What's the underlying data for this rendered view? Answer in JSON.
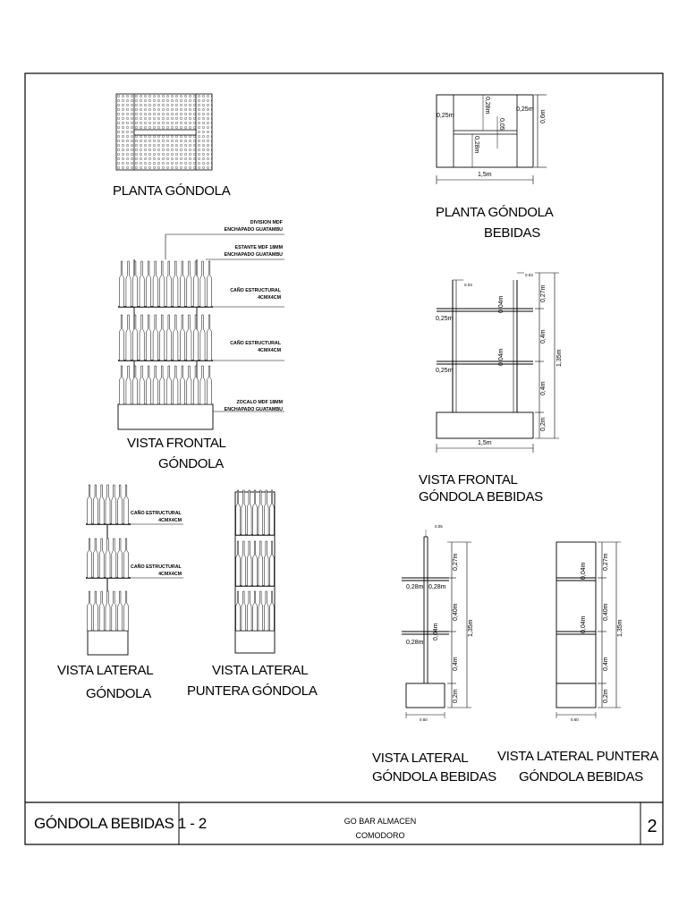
{
  "views": {
    "planta_gondola": {
      "title": "PLANTA GÓNDOLA"
    },
    "frontal_gondola": {
      "title_1": "VISTA FRONTAL",
      "title_2": "GÓNDOLA",
      "notes": [
        {
          "l1": "DIVISION MDF",
          "l2": "ENCHAPADO GUATAMBU"
        },
        {
          "l1": "ESTANTE MDF 18MM",
          "l2": "ENCHAPADO GUATAMBU"
        },
        {
          "l1": "CAÑO ESTRUCTURAL",
          "l2": "4CMX4CM"
        },
        {
          "l1": "CAÑO ESTRUCTURAL",
          "l2": "4CMX4CM"
        },
        {
          "l1": "ZOCALO MDF 18MM",
          "l2": "ENCHAPADO GUATAMBU"
        }
      ]
    },
    "lateral_gondola": {
      "title_1": "VISTA LATERAL",
      "title_2": "GÓNDOLA",
      "notes": [
        {
          "l1": "CAÑO ESTRUCTURAL",
          "l2": "4CMX4CM"
        },
        {
          "l1": "CAÑO ESTRUCTURAL",
          "l2": "4CMX4CM"
        }
      ]
    },
    "lateral_puntera": {
      "title_1": "VISTA LATERAL",
      "title_2": "PUNTERA GÓNDOLA"
    },
    "planta_bebidas": {
      "title_1": "PLANTA GÓNDOLA",
      "title_2": "BEBIDAS",
      "dims": {
        "left": "0,25m",
        "right": "0,25m",
        "inner_a": "0,28m",
        "inner_b": "0,28m",
        "center": "0,05",
        "depth": "0,6m",
        "width": "1,5m"
      }
    },
    "frontal_bebidas": {
      "title_1": "VISTA FRONTAL",
      "title_2": "GÓNDOLA  BEBIDAS",
      "dims": {
        "top_left": "0.03",
        "top_right": "0.03",
        "shelf_1": "0,25m",
        "shelf_2": "0,25m",
        "thick_1": "0,04m",
        "thick_2": "0,04m",
        "top": "0,27m",
        "mid_1": "0,4m",
        "mid_2": "0,4m",
        "base": "0,2m",
        "total": "1,35m",
        "width": "1,5m"
      }
    },
    "lateral_bebidas": {
      "title_1": "VISTA LATERAL",
      "title_2": "GÓNDOLA BEBIDAS",
      "dims": {
        "post": "0.05",
        "arm_1a": "0,28m",
        "arm_1b": "0,28m",
        "arm_2": "0,28m",
        "thick": "0,04m",
        "top": "0,27m",
        "mid_1": "0,40m",
        "mid_2": "0,4m",
        "base": "0,2m",
        "total": "1,35m",
        "width": "0.60"
      }
    },
    "lateral_puntera_bebidas": {
      "title_1": "VISTA LATERAL PUNTERA",
      "title_2": "GÓNDOLA BEBIDAS",
      "dims": {
        "thick_1": "0,04m",
        "thick_2": "0,04m",
        "top": "0,27m",
        "mid_1": "0,40m",
        "mid_2": "0,4m",
        "base": "0,2m",
        "total": "1,35m",
        "width": "0.60"
      }
    }
  },
  "title_block": {
    "sheet_title": "GÓNDOLA BEBIDAS 1 - 2",
    "project_1": "GO BAR ALMACEN",
    "project_2": "COMODORO",
    "sheet_number": "2"
  }
}
